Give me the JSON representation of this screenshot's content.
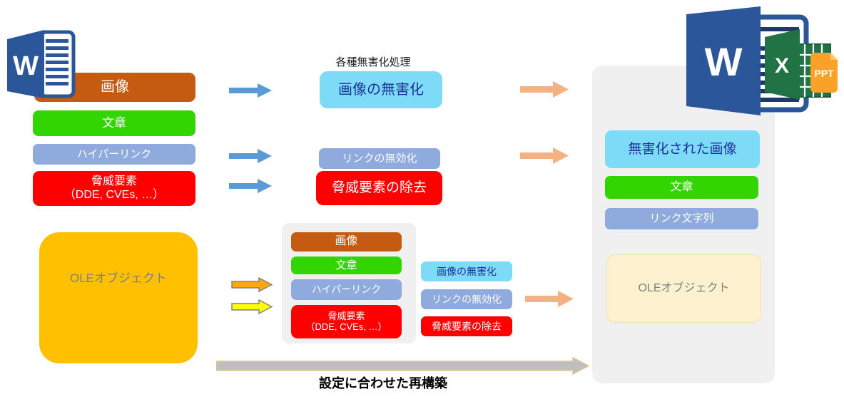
{
  "left": {
    "boxes": {
      "image": "画像",
      "text": "文章",
      "hyperlink": "ハイパーリンク",
      "threat_line1": "脅威要素",
      "threat_line2": "（DDE, CVEs, …）"
    },
    "ole": "OLEオブジェクト"
  },
  "process": {
    "title": "各種無害化処理",
    "image_sanitized": "画像の無害化",
    "link_disabled": "リンクの無効化",
    "threat_removed": "脅威要素の除去"
  },
  "ole_flow": {
    "stack": {
      "image": "画像",
      "text": "文章",
      "hyperlink": "ハイパーリンク",
      "threat_line1": "脅威要素",
      "threat_line2": "（DDE, CVEs, …）"
    },
    "steps": {
      "image_sanitized": "画像の無害化",
      "link_disabled": "リンクの無効化",
      "threat_removed": "脅威要素の除去"
    }
  },
  "output": {
    "sanitized_image": "無害化された画像",
    "text": "文章",
    "link_string": "リンク文字列",
    "ole": "OLEオブジェクト"
  },
  "icons": {
    "word_letter": "W",
    "excel_letter": "X",
    "ppt_label": "PPT"
  },
  "footer": {
    "rebuild": "設定に合わせた再構築"
  },
  "colors": {
    "word_blue": "#2B579A",
    "excel_green": "#217346",
    "ppt_orange": "#F9A227",
    "image_brown": "#C55A11",
    "text_green": "#33D500",
    "link_blue": "#8FAADC",
    "threat_red": "#FF0000",
    "sanitize_sky": "#7EDBF8",
    "navy_text": "#1B3099",
    "ole_amber": "#FFC000",
    "ole_cream": "#FDF1CF",
    "panel_gray": "#F0F0F0",
    "arrow_blue": "#5B9BD5",
    "arrow_peach": "#F4B183",
    "arrow_orange": "#FFA61B",
    "arrow_yellow": "#FFFF00",
    "arrow_gray": "#BFBFBF"
  }
}
